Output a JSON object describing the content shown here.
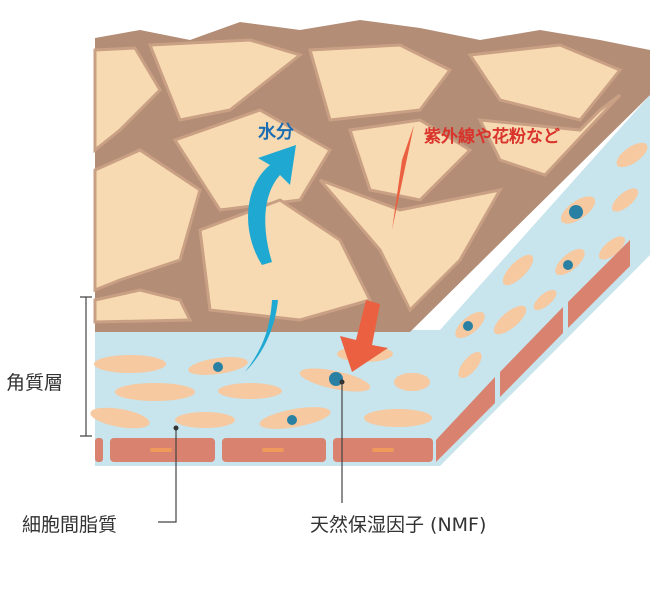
{
  "labels": {
    "water": "水分",
    "external": "紫外線や花粉など",
    "stratum_corneum": "角質層",
    "intercellular_lipid": "細胞間脂質",
    "nmf": "天然保湿因子 (NMF)"
  },
  "colors": {
    "water_arrow": "#1fa9d2",
    "external_arrow": "#ea6040",
    "water_text": "#1a6db3",
    "external_text": "#d9342b",
    "surface_dark": "#b38d76",
    "surface_light": "#f8dab2",
    "layer_blue": "#c8e4ed",
    "cell": "#f6c9a0",
    "nmf_dot": "#2a80a2",
    "brick": "#d8826f"
  }
}
